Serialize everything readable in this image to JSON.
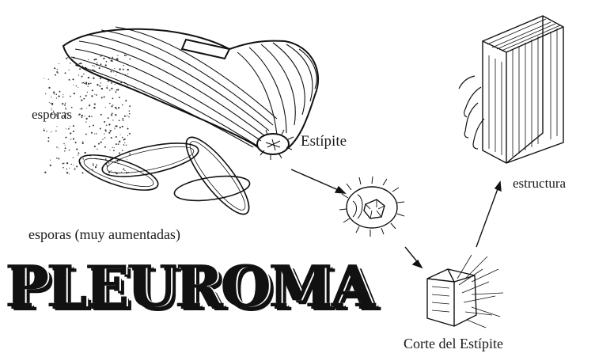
{
  "labels": {
    "esporas": "esporas",
    "estipite": "Estípite",
    "estructura": "estructura",
    "esporas_aumentadas": "esporas (muy aumentadas)",
    "corte": "Corte del Estípite"
  },
  "title": "PLEUROMA",
  "colors": {
    "ink": "#111111",
    "background": "#ffffff"
  }
}
